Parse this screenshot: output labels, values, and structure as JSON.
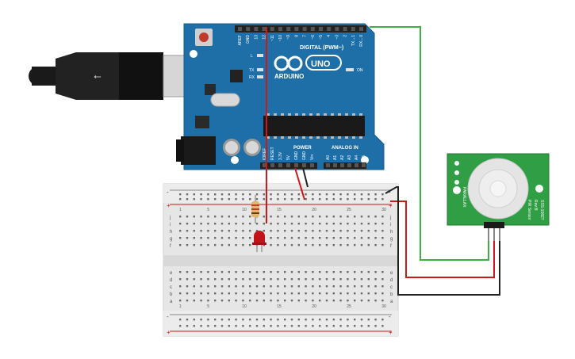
{
  "arduino": {
    "brand": "ARDUINO",
    "model": "UNO",
    "digital_header": "DIGITAL (PWM~)",
    "power_header": "POWER",
    "analog_header": "ANALOG IN",
    "on_label": "ON",
    "l_label": "L",
    "tx_label": "TX",
    "rx_label": "RX",
    "top_pins": [
      "AREF",
      "GND",
      "13",
      "12",
      "~11",
      "~10",
      "~9",
      "8",
      "7",
      "~6",
      "~5",
      "4",
      "~3",
      "2",
      "TX→1",
      "RX←0"
    ],
    "power_pins": [
      "IOREF",
      "RESET",
      "3.3V",
      "5V",
      "GND",
      "GND",
      "Vin"
    ],
    "analog_pins": [
      "A0",
      "A1",
      "A2",
      "A3",
      "A4",
      "A5"
    ]
  },
  "pir_sensor": {
    "model": "SSS-10827",
    "brand": "PARALLAX",
    "rev": "Rev B",
    "pir_label": "PIR Sensor"
  },
  "breadboard": {
    "row_letters_top": [
      "j",
      "i",
      "h",
      "g",
      "f"
    ],
    "row_letters_bottom": [
      "e",
      "d",
      "c",
      "b",
      "a"
    ],
    "column_numbers": [
      "1",
      "5",
      "10",
      "15",
      "20",
      "25",
      "30"
    ],
    "rail_plus": "+",
    "rail_minus": "-"
  },
  "colors": {
    "board_blue": "#1e6fa8",
    "wire_red": "#d01818",
    "wire_green": "#3cb043",
    "wire_black": "#222222",
    "pir_green": "#2f9e44",
    "led_red": "#c0141a"
  }
}
